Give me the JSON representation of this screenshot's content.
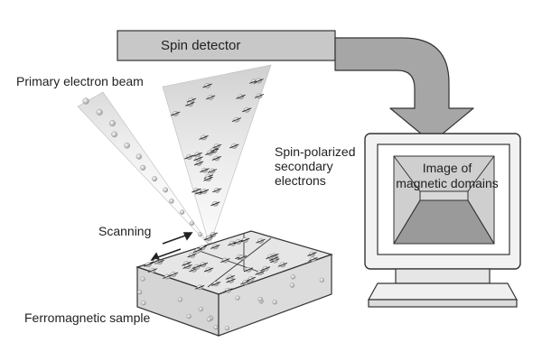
{
  "labels": {
    "primary_beam": "Primary electron beam",
    "spin_polarized": [
      "Spin-polarized",
      "secondary",
      "electrons"
    ],
    "scanning": "Scanning",
    "sample": "Ferromagnetic sample",
    "detector": "Spin detector",
    "image": [
      "Image of",
      "magnetic domains"
    ]
  },
  "colors": {
    "ink": "#222222",
    "detector_fill": "#c8c8c8",
    "arrow_fill": "#a6a6a6",
    "screen_fill": "#cfcfcf",
    "screen_bottom": "#9a9a9a",
    "sample_fill": "#e6e6e6",
    "particle": "#b5b5b5"
  }
}
